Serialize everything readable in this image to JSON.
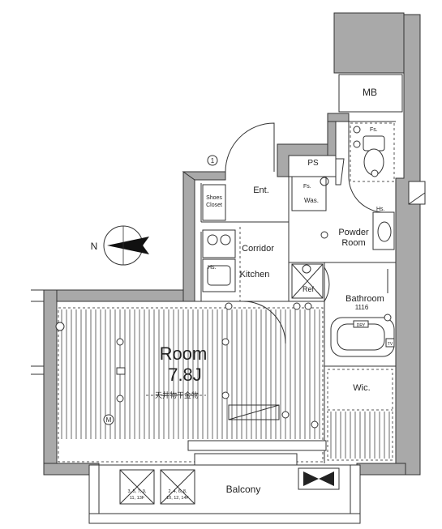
{
  "rooms": {
    "main_room": "Room",
    "main_room_size": "7.8J",
    "ceiling_note": "天井物干金物",
    "entrance": "Ent.",
    "shoes_closet_line1": "Shoes",
    "shoes_closet_line2": "Closet",
    "corridor": "Corridor",
    "kitchen": "Kitchen",
    "powder_room_line1": "Powder",
    "powder_room_line2": "Room",
    "bathroom": "Bathroom",
    "bathroom_size": "1116",
    "wic": "Wic.",
    "balcony": "Balcony",
    "mb": "MB",
    "ps": "PS"
  },
  "fixtures": {
    "fs_toilet": "Fs.",
    "fs_washer": "Fs.",
    "washer": "Was.",
    "hs_kitchen": "Hs.",
    "hs_powder": "Hs.",
    "ref": "Ref",
    "dry": "DRY",
    "tv": "TV",
    "m_marker": "M",
    "column_marker": "1"
  },
  "balcony_notes": {
    "left_line1": "3, 5, 7, 9,",
    "left_line2": "11, 13F",
    "right_line1": "2, 4, 6, 8,",
    "right_line2": "10, 12, 14F"
  },
  "compass": {
    "north_label": "N"
  }
}
